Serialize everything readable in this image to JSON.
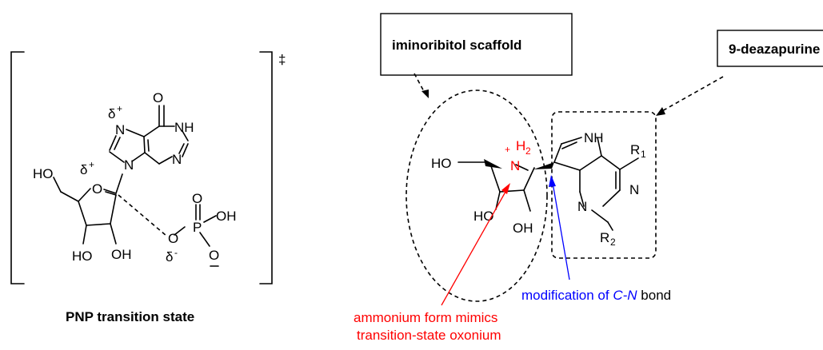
{
  "left": {
    "dagger": "‡",
    "caption": "PNP transition state",
    "atoms": {
      "delta_plus_top": "δ",
      "delta_plus_mid": "δ",
      "plus_sign": "+",
      "O_carbonyl": "O",
      "NH": "NH",
      "N_imidazole": "N",
      "N_pyrimidine": "N",
      "N9": "N",
      "HO_left": "HO",
      "O_ring": "O",
      "HO_bottom": "HO",
      "OH_bottom": "OH",
      "O_bridge": "O",
      "P": "P",
      "O_top": "O",
      "OH_right": "OH",
      "O_minus": "O",
      "delta_minus": "δ",
      "minus_sign": "-"
    }
  },
  "right": {
    "box_iminoribitol": "iminoribitol scaffold",
    "box_deazapurine": "9-deazapurine",
    "atoms": {
      "HO_left": "HO",
      "N_ring": "N",
      "plus_sign": "+",
      "H2": "H",
      "H2_sub": "2",
      "HO_bottom": "HO",
      "OH_bottom": "OH",
      "NH": "NH",
      "R1": "R",
      "R1_sub": "1",
      "N_right": "N",
      "N_lower": "N",
      "R2": "R",
      "R2_sub": "2"
    },
    "annotation_red_line1": "ammonium form mimics",
    "annotation_red_line2": "transition-state oxonium",
    "annotation_blue_prefix": "modification of ",
    "annotation_blue_italic": "C-N",
    "annotation_blue_suffix": " bond",
    "colors": {
      "red": "#ff0000",
      "blue": "#0000ff",
      "black": "#000000"
    }
  }
}
